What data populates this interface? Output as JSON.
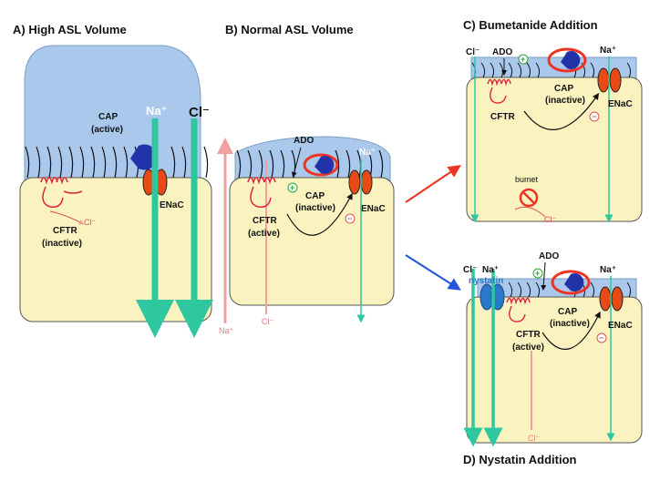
{
  "panels": {
    "a": {
      "title": "A) High ASL Volume",
      "cap": "CAP",
      "cap_state": "(active)",
      "na": "Na⁺",
      "cl": "Cl⁻",
      "cftr": "CFTR",
      "cftr_state": "(inactive)",
      "cl_small": "Cl⁻",
      "enac": "ENaC"
    },
    "b": {
      "title": "B) Normal ASL Volume",
      "ado": "ADO",
      "cap": "CAP",
      "cap_state": "(inactive)",
      "cftr": "CFTR",
      "cftr_state": "(active)",
      "enac": "ENaC",
      "na_bottom": "Na⁺",
      "cl_bottom": "Cl⁻",
      "na_top": "Na⁺"
    },
    "c": {
      "title": "C) Bumetanide Addition",
      "cl": "Cl⁻",
      "ado": "ADO",
      "na": "Na⁺",
      "cap": "CAP",
      "cap_state": "(inactive)",
      "cftr": "CFTR",
      "enac": "ENaC",
      "bumet": "bumet",
      "cl_small": "Cl⁻"
    },
    "d": {
      "title": "D) Nystatin Addition",
      "cl": "Cl⁻",
      "na": "Na⁺",
      "nystatin": "nystatin",
      "ado": "ADO",
      "na_right": "Na⁺",
      "cap": "CAP",
      "cap_state": "(inactive)",
      "cftr": "CFTR",
      "cftr_state": "(active)",
      "enac": "ENaC",
      "cl_small": "Cl⁻"
    }
  },
  "colors": {
    "asl": "#aac8ec",
    "cell": "#faf3c0",
    "arrow_green": "#2ec7a0",
    "arrow_pink": "#f0a0a0",
    "enac": "#e84a16",
    "cap": "#2233aa",
    "cftr": "#e02040",
    "highlight": "#ee3322",
    "nystatin": "#2a78c8"
  }
}
